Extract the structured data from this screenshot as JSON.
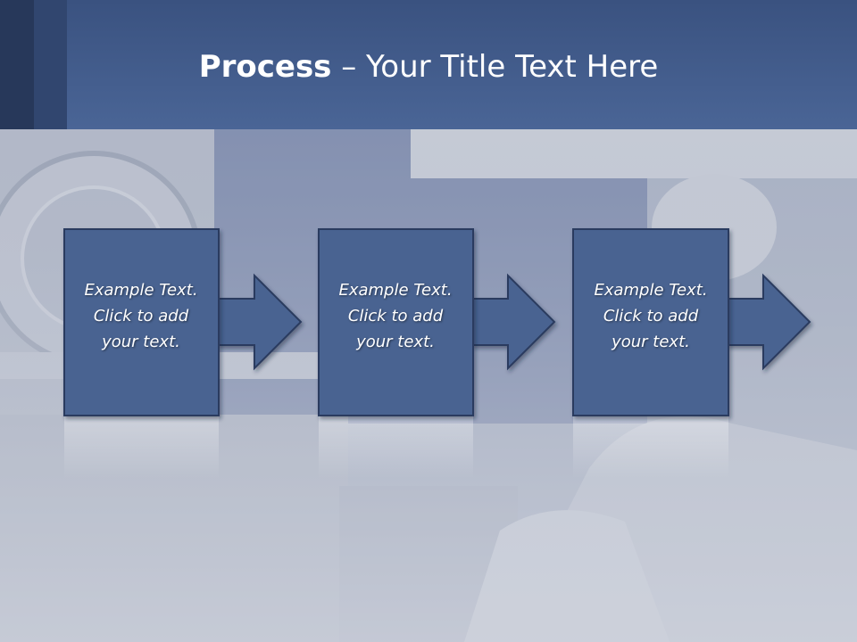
{
  "slide": {
    "title_bold": "Process",
    "title_rest": " – Your Title Text Here"
  },
  "steps": [
    {
      "text": "Example Text.\nClick  to add\nyour text."
    },
    {
      "text": "Example Text.\nClick  to add\nyour text."
    },
    {
      "text": "Example Text.\nClick  to add\nyour text."
    }
  ],
  "colors": {
    "header": "#4a6596",
    "box_fill": "#4a6391",
    "box_stroke": "#2a3a5e"
  }
}
